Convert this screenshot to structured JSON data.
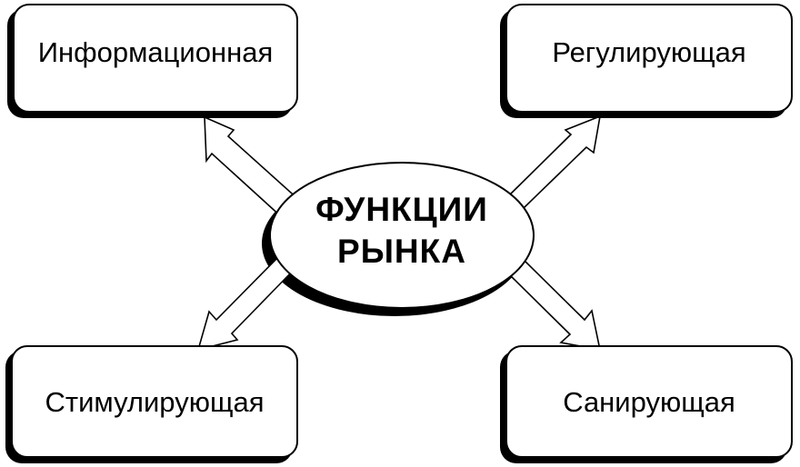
{
  "diagram": {
    "type": "radial-concept-map",
    "center": {
      "line1": "ФУНКЦИИ",
      "line2": "РЫНКА"
    },
    "nodes": [
      {
        "id": "tl",
        "label": "Информационная",
        "position": "top-left"
      },
      {
        "id": "tr",
        "label": "Регулирующая",
        "position": "top-right"
      },
      {
        "id": "bl",
        "label": "Стимулирующая",
        "position": "bottom-left"
      },
      {
        "id": "br",
        "label": "Санирующая",
        "position": "bottom-right"
      }
    ],
    "edges": [
      {
        "from": "center",
        "to": "tl",
        "style": "hollow-arrow"
      },
      {
        "from": "center",
        "to": "tr",
        "style": "hollow-arrow"
      },
      {
        "from": "center",
        "to": "bl",
        "style": "hollow-arrow"
      },
      {
        "from": "center",
        "to": "br",
        "style": "hollow-arrow"
      }
    ],
    "colors": {
      "stroke": "#000000",
      "fill": "#ffffff"
    }
  }
}
